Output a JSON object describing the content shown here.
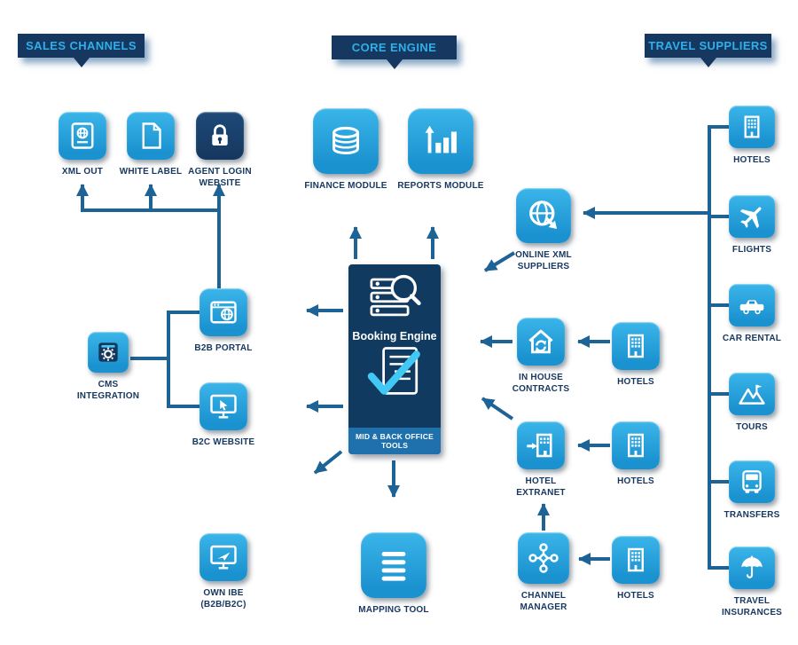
{
  "palette": {
    "banner_bg": "#16375f",
    "banner_text": "#2fb0e8",
    "tile": "#1b92d0",
    "tile_dark": "#16375f",
    "engine_bg": "#113a60",
    "engine_band": "#1e71ad",
    "arrow": "#1d6396",
    "label": "#16375f",
    "accent": "#41c8f4"
  },
  "banners": {
    "sales": {
      "label": "SALES CHANNELS"
    },
    "core": {
      "label": "CORE ENGINE"
    },
    "suppliers": {
      "label": "TRAVEL SUPPLIERS"
    }
  },
  "engine": {
    "title": "Booking Engine",
    "subtitle": "MID & BACK OFFICE TOOLS",
    "icons": [
      "server-search-icon",
      "checklist-document-icon"
    ]
  },
  "nodes": {
    "xml_out": {
      "label": "XML OUT",
      "icon": "passport-document-icon"
    },
    "white_label": {
      "label": "WHITE LABEL",
      "icon": "blank-document-icon"
    },
    "agent_login": {
      "label": "AGENT LOGIN\nWEBSITE",
      "icon": "padlock-icon"
    },
    "finance": {
      "label": "FINANCE MODULE",
      "icon": "coins-stack-icon"
    },
    "reports": {
      "label": "REPORTS MODULE",
      "icon": "bar-chart-icon"
    },
    "online_xml": {
      "label": "ONLINE XML\nSUPPLIERS",
      "icon": "globe-arrow-icon"
    },
    "b2b": {
      "label": "B2B PORTAL",
      "icon": "browser-globe-icon"
    },
    "cms": {
      "label": "CMS\nINTEGRATION",
      "icon": "gear-device-icon"
    },
    "b2c": {
      "label": "B2C WEBSITE",
      "icon": "monitor-cursor-icon"
    },
    "own_ibe": {
      "label": "OWN IBE\n(B2B/B2C)",
      "icon": "monitor-plane-icon"
    },
    "mapping": {
      "label": "MAPPING TOOL",
      "icon": "list-lines-icon"
    },
    "in_house": {
      "label": "IN HOUSE\nCONTRACTS",
      "icon": "house-sync-icon"
    },
    "hotel_extranet": {
      "label": "HOTEL\nEXTRANET",
      "icon": "building-login-icon"
    },
    "channel_mgr": {
      "label": "CHANNEL\nMANAGER",
      "icon": "network-hub-icon"
    },
    "hotels_1": {
      "label": "HOTELS",
      "icon": "hotel-building-icon"
    },
    "hotels_2": {
      "label": "HOTELS",
      "icon": "hotel-building-icon"
    },
    "hotels_3": {
      "label": "HOTELS",
      "icon": "hotel-building-icon"
    },
    "sup_hotels": {
      "label": "HOTELS",
      "icon": "hotel-building-icon"
    },
    "sup_flights": {
      "label": "FLIGHTS",
      "icon": "airplane-icon"
    },
    "sup_car": {
      "label": "CAR RENTAL",
      "icon": "car-icon"
    },
    "sup_tours": {
      "label": "TOURS",
      "icon": "mountains-flag-icon"
    },
    "sup_transfers": {
      "label": "TRANSFERS",
      "icon": "bus-icon"
    },
    "sup_insurance": {
      "label": "TRAVEL\nINSURANCES",
      "icon": "umbrella-icon"
    }
  }
}
